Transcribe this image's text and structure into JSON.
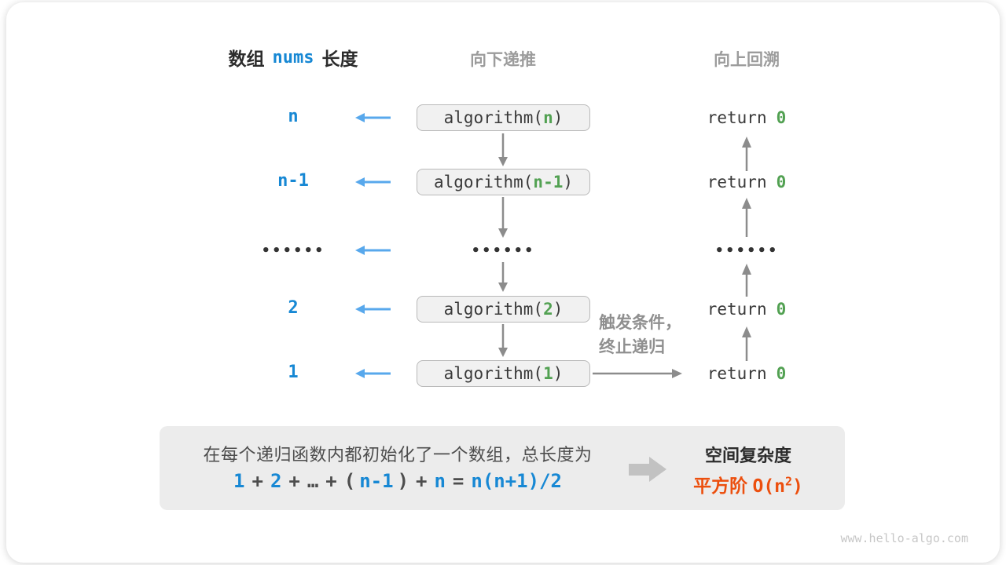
{
  "headers": {
    "array_prefix": "数组",
    "array_code": "nums",
    "array_suffix": "长度",
    "recurse_down": "向下递推",
    "backtrack_up": "向上回溯"
  },
  "rows": [
    {
      "length": "n",
      "call_open": "algorithm(",
      "arg": "n",
      "call_close": ")",
      "ret_kw": "return",
      "ret_val": "0"
    },
    {
      "length": "n-1",
      "call_open": "algorithm(",
      "arg": "n-1",
      "call_close": ")",
      "ret_kw": "return",
      "ret_val": "0"
    },
    {
      "ellipsis": "••••••"
    },
    {
      "length": "2",
      "call_open": "algorithm(",
      "arg": "2",
      "call_close": ")",
      "ret_kw": "return",
      "ret_val": "0"
    },
    {
      "length": "1",
      "call_open": "algorithm(",
      "arg": "1",
      "call_close": ")",
      "ret_kw": "return",
      "ret_val": "0"
    }
  ],
  "trigger_note": {
    "line1": "触发条件，",
    "line2": "终止递归"
  },
  "summary": {
    "description": "在每个递归函数内都初始化了一个数组，总长度为",
    "formula": [
      "1",
      "+",
      "2",
      "+",
      "…",
      "+",
      "(",
      "n-1",
      ")",
      "+",
      "n",
      "=",
      "n(n+1)/2"
    ],
    "result_title": "空间复杂度",
    "result_prefix": "平方阶",
    "result_base": "O(n",
    "result_exponent": "2",
    "result_suffix": ")"
  },
  "watermark": "www.hello-algo.com",
  "colors": {
    "accent_blue": "#1788d4",
    "arrow_blue": "#58a8ec",
    "code_green": "#52a152",
    "arrow_gray": "#8c8c8c",
    "result_orange": "#ec4f0e",
    "panel_bg": "#ececec",
    "box_bg": "#f1f1f1",
    "box_border": "#b9b9b9"
  }
}
